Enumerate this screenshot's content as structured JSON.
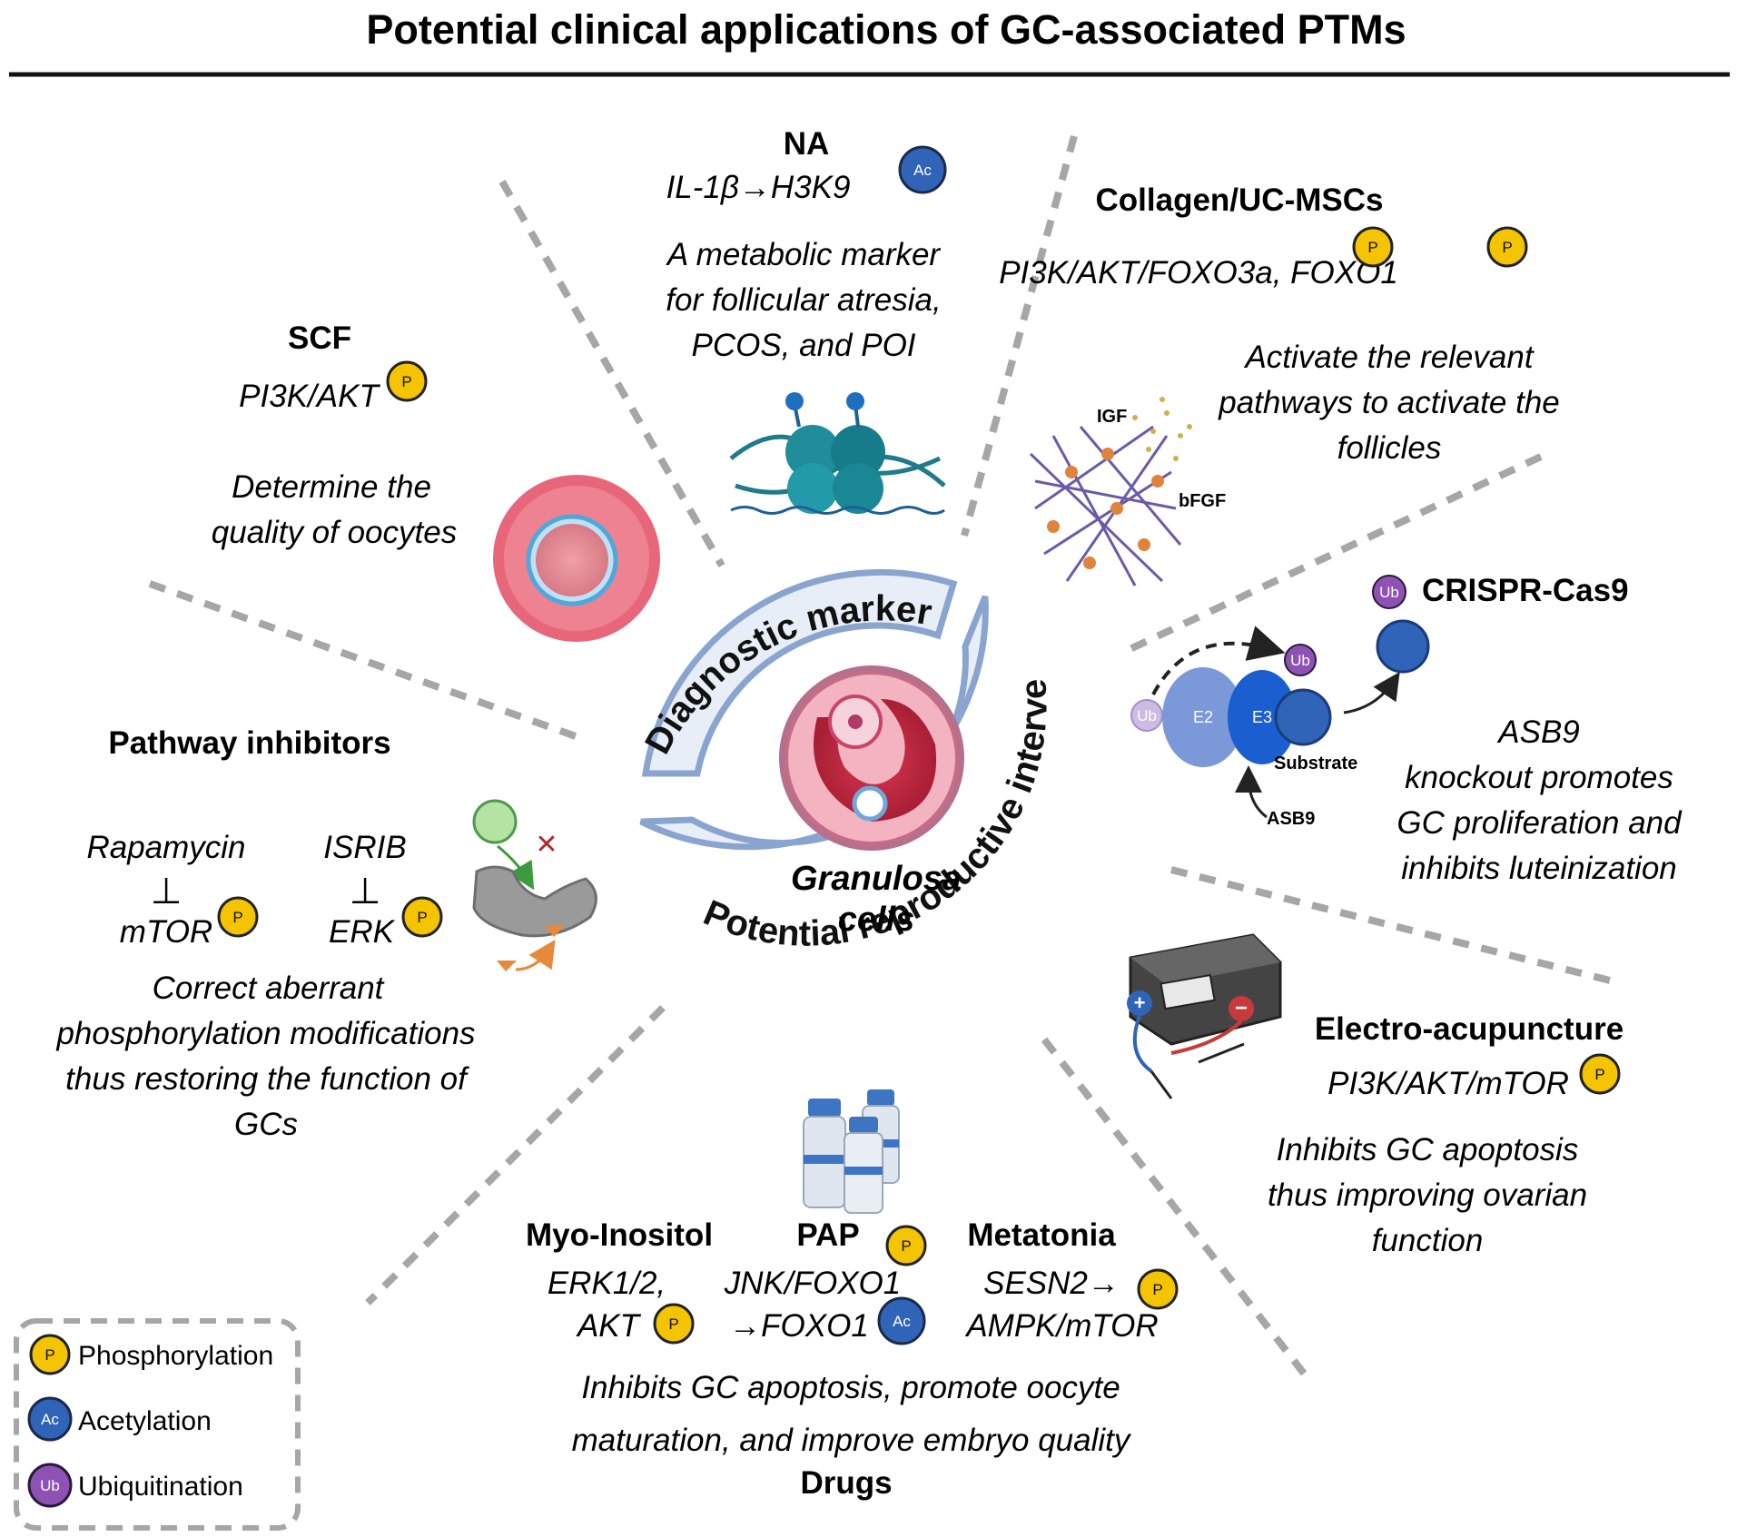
{
  "title": "Potential clinical applications of GC-associated PTMs",
  "colors": {
    "phosphorylation": "#f5c400",
    "acetylation": "#2f64b8",
    "ubiquitination": "#8e52b5",
    "ring": "#8aa4d0"
  },
  "center": {
    "line1": "Granulosa",
    "line2": "cells"
  },
  "ring": {
    "top": "Diagnostic  markers",
    "right": "Potential reproductive interventions"
  },
  "badges": {
    "phosphorylation": "P",
    "acetylation": "Ac",
    "ubiquitination": "Ub"
  },
  "na": {
    "title": "NA",
    "pathway": "IL-1β→H3K9",
    "desc": [
      "A metabolic marker",
      "for follicular atresia,",
      "PCOS, and POI"
    ]
  },
  "scf": {
    "title": "SCF",
    "pathway": "PI3K/AKT",
    "desc": [
      "Determine the",
      "quality of  oocytes"
    ]
  },
  "collagen": {
    "title": "Collagen/UC-MSCs",
    "pathway": "PI3K/AKT/FOXO3a, FOXO1",
    "desc": [
      "Activate the relevant",
      "pathways  to activate the",
      "follicles"
    ],
    "label_igf": "IGF",
    "label_bfgf": "bFGF"
  },
  "crispr": {
    "title": "CRISPR-Cas9",
    "desc": [
      "ASB9",
      "knockout promotes",
      "GC proliferation and",
      "inhibits luteinization"
    ],
    "e2": "E2",
    "e3": "E3",
    "substrate": "Substrate",
    "asb9": "ASB9",
    "ub": "Ub"
  },
  "inhibitors": {
    "title": "Pathway inhibitors",
    "drug1": "Rapamycin",
    "target1": "mTOR",
    "drug2": "ISRIB",
    "target2": "ERK",
    "symbol": "⊥",
    "desc": [
      "Correct aberrant",
      "phosphorylation modifications",
      "thus restoring the function of",
      "GCs"
    ]
  },
  "electro": {
    "title": "Electro-acupuncture",
    "pathway": "PI3K/AKT/mTOR",
    "desc": [
      "Inhibits GC apoptosis",
      "thus improving ovarian",
      "function"
    ]
  },
  "drugs": {
    "title": "Drugs",
    "myo": {
      "title": "Myo-Inositol",
      "line1": "ERK1/2,",
      "line2": "AKT"
    },
    "pap": {
      "title": "PAP",
      "line1": "JNK/FOXO1",
      "line2": "→FOXO1"
    },
    "metatonia": {
      "title": "Metatonia",
      "line1": "SESN2→",
      "line2": "AMPK/mTOR"
    },
    "desc": [
      "Inhibits GC apoptosis, promote oocyte",
      "maturation, and improve embryo quality"
    ]
  },
  "legend": [
    {
      "badge": "P",
      "label": "Phosphorylation"
    },
    {
      "badge": "Ac",
      "label": "Acetylation"
    },
    {
      "badge": "Ub",
      "label": "Ubiquitination"
    }
  ]
}
